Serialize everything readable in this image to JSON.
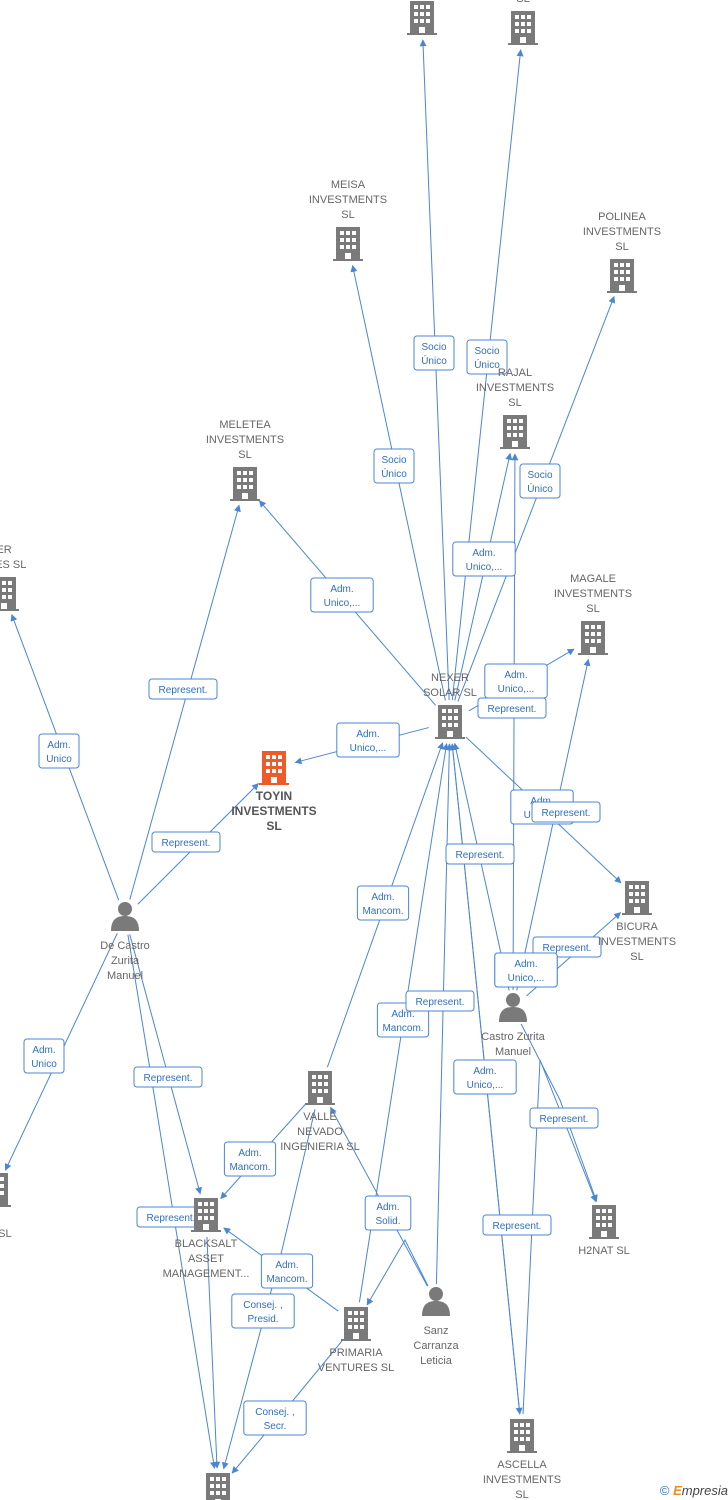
{
  "colors": {
    "edge": "#4a86d4",
    "company": "#7a7a7a",
    "focus": "#f05a28",
    "person": "#7a7a7a"
  },
  "nodes": [
    {
      "id": "top1",
      "type": "company",
      "lines": []
    },
    {
      "id": "top2",
      "type": "company",
      "lines": [
        "SL"
      ]
    },
    {
      "id": "meisa",
      "type": "company",
      "lines": [
        "MEISA",
        "INVESTMENTS",
        "SL"
      ]
    },
    {
      "id": "polinea",
      "type": "company",
      "lines": [
        "POLINEA",
        "INVESTMENTS",
        "SL"
      ]
    },
    {
      "id": "rajal",
      "type": "company",
      "lines": [
        "RAJAL",
        "INVESTMENTS",
        "SL"
      ]
    },
    {
      "id": "meletea",
      "type": "company",
      "lines": [
        "MELETEA",
        "INVESTMENTS",
        "SL"
      ]
    },
    {
      "id": "leftco",
      "type": "company",
      "lines": [
        "ER",
        "BLES SL"
      ]
    },
    {
      "id": "magale",
      "type": "company",
      "lines": [
        "MAGALE",
        "INVESTMENTS",
        "SL"
      ]
    },
    {
      "id": "nexer",
      "type": "company",
      "lines": [
        "NEXER",
        "SOLAR  SL"
      ]
    },
    {
      "id": "toyin",
      "type": "focus",
      "lines": [
        "TOYIN",
        "INVESTMENTS",
        "SL"
      ]
    },
    {
      "id": "bicura",
      "type": "company",
      "lines": [
        "BICURA",
        "INVESTMENTS",
        "SL"
      ]
    },
    {
      "id": "decastro",
      "type": "person",
      "lines": [
        "De Castro",
        "Zurita",
        "Manuel"
      ]
    },
    {
      "id": "castro2",
      "type": "person",
      "lines": [
        "Castro Zurita",
        "Manuel"
      ]
    },
    {
      "id": "valle",
      "type": "company",
      "lines": [
        "VALLE",
        "NEVADO",
        "INGENIERIA SL"
      ]
    },
    {
      "id": "leftco2",
      "type": "company",
      "lines": [
        "E",
        "ES SL"
      ]
    },
    {
      "id": "blacksalt",
      "type": "company",
      "lines": [
        "BLACKSALT",
        "ASSET",
        "MANAGEMENT..."
      ]
    },
    {
      "id": "h2nat",
      "type": "company",
      "lines": [
        "H2NAT  SL"
      ]
    },
    {
      "id": "primaria",
      "type": "company",
      "lines": [
        "PRIMARIA",
        "VENTURES SL"
      ]
    },
    {
      "id": "sanz",
      "type": "person",
      "lines": [
        "Sanz",
        "Carranza",
        "Leticia"
      ]
    },
    {
      "id": "ascella",
      "type": "company",
      "lines": [
        "ASCELLA",
        "INVESTMENTS",
        "SL"
      ]
    },
    {
      "id": "bottom",
      "type": "company",
      "lines": []
    }
  ],
  "edges": [
    {
      "from": "nexer",
      "to": "top1",
      "label": [
        "Socio",
        "Único"
      ]
    },
    {
      "from": "nexer",
      "to": "top2",
      "label": [
        "Socio",
        "Único"
      ]
    },
    {
      "from": "nexer",
      "to": "meisa",
      "label": [
        "Socio",
        "Único"
      ]
    },
    {
      "from": "nexer",
      "to": "polinea",
      "label": [
        "Socio",
        "Único"
      ]
    },
    {
      "from": "nexer",
      "to": "rajal",
      "label": [
        "Adm.",
        "Unico,..."
      ]
    },
    {
      "from": "nexer",
      "to": "meletea",
      "label": [
        "Adm.",
        "Unico,..."
      ]
    },
    {
      "from": "nexer",
      "to": "magale",
      "label": [
        "Adm.",
        "Unico,..."
      ]
    },
    {
      "from": "nexer",
      "to": "toyin",
      "label": [
        "Adm.",
        "Unico,..."
      ]
    },
    {
      "from": "nexer",
      "to": "bicura",
      "label": [
        "Adm.",
        "Unico,..."
      ]
    },
    {
      "from": "castro2",
      "to": "rajal",
      "label": [
        "Represent."
      ]
    },
    {
      "from": "castro2",
      "to": "magale",
      "label": [
        "Represent."
      ]
    },
    {
      "from": "castro2",
      "to": "bicura",
      "label": [
        "Represent."
      ]
    },
    {
      "from": "castro2",
      "to": "nexer",
      "label": [
        "Represent."
      ]
    },
    {
      "from": "castro2",
      "to": "h2nat",
      "label": [
        "Represent."
      ]
    },
    {
      "from": "decastro",
      "to": "meletea",
      "label": [
        "Represent."
      ]
    },
    {
      "from": "decastro",
      "to": "toyin",
      "label": [
        "Represent."
      ]
    },
    {
      "from": "decastro",
      "to": "leftco",
      "label": [
        "Adm.",
        "Unico"
      ]
    },
    {
      "from": "decastro",
      "to": "leftco2",
      "label": [
        "Adm.",
        "Unico"
      ]
    },
    {
      "from": "decastro",
      "to": "blacksalt",
      "label": [
        "Represent."
      ]
    },
    {
      "from": "decastro",
      "to": "bottom",
      "label": [
        "Represent."
      ]
    },
    {
      "from": "valle",
      "to": "nexer",
      "label": [
        "Adm.",
        "Mancom."
      ]
    },
    {
      "from": "primaria",
      "to": "nexer",
      "label": [
        "Adm.",
        "Mancom."
      ]
    },
    {
      "from": "sanz",
      "to": "nexer",
      "label": [
        "Represent."
      ]
    },
    {
      "from": "sanz",
      "to": "primaria",
      "label": [
        "Adm.",
        "Unico,..."
      ]
    },
    {
      "from": "sanz",
      "to": "valle",
      "label": [
        "Adm.",
        "Solid."
      ]
    },
    {
      "from": "ascella",
      "to": "nexer",
      "label": [
        "Adm.",
        "Unico,..."
      ]
    },
    {
      "from": "ascella",
      "to": "h2nat",
      "label": [
        "Adm.",
        "Unico,..."
      ]
    },
    {
      "from": "nexer",
      "to": "ascella",
      "label": [
        "Represent."
      ]
    },
    {
      "from": "valle",
      "to": "blacksalt",
      "label": [
        "Adm.",
        "Mancom."
      ]
    },
    {
      "from": "valle",
      "to": "bottom",
      "label": [
        "Consej. ,",
        "Presid."
      ]
    },
    {
      "from": "primaria",
      "to": "blacksalt",
      "label": [
        "Adm.",
        "Mancom."
      ]
    },
    {
      "from": "primaria",
      "to": "bottom",
      "label": [
        "Consej. ,",
        "Secr."
      ]
    },
    {
      "from": "blacksalt",
      "to": "bottom",
      "label": []
    }
  ],
  "footer": {
    "copyright": "©",
    "brand_first": "E",
    "brand_rest": "mpresia"
  }
}
